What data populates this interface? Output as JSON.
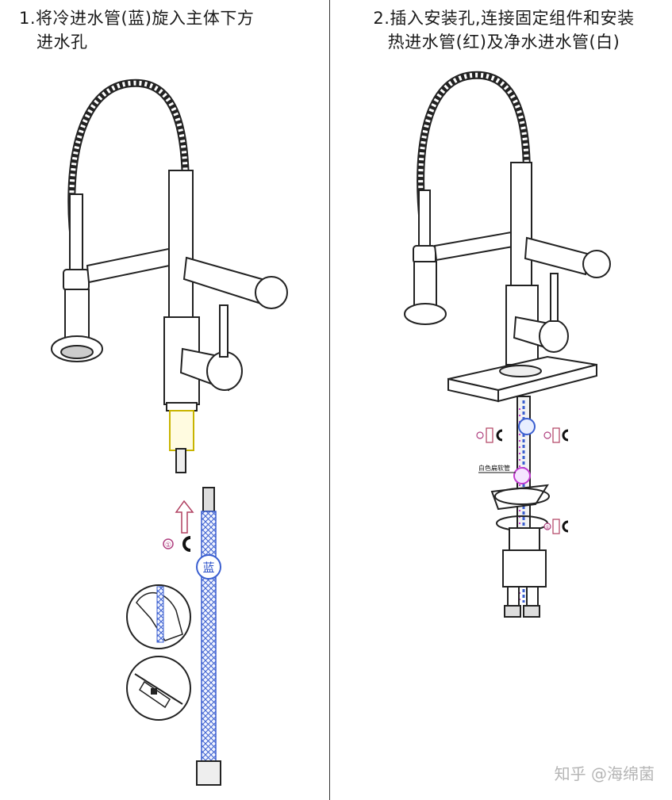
{
  "step1": {
    "line1": "1.将冷进水管(蓝)旋入主体下方",
    "line2": "进水孔",
    "hose_label": "蓝",
    "step_marker": "①"
  },
  "step2": {
    "line1": "2.插入安装孔,连接固定组件和安装",
    "line2": "热进水管(红)及净水进水管(白)",
    "white_pipe_label": "白色扁软管",
    "step_marker": "①"
  },
  "watermark": "知乎 @海绵菌"
}
